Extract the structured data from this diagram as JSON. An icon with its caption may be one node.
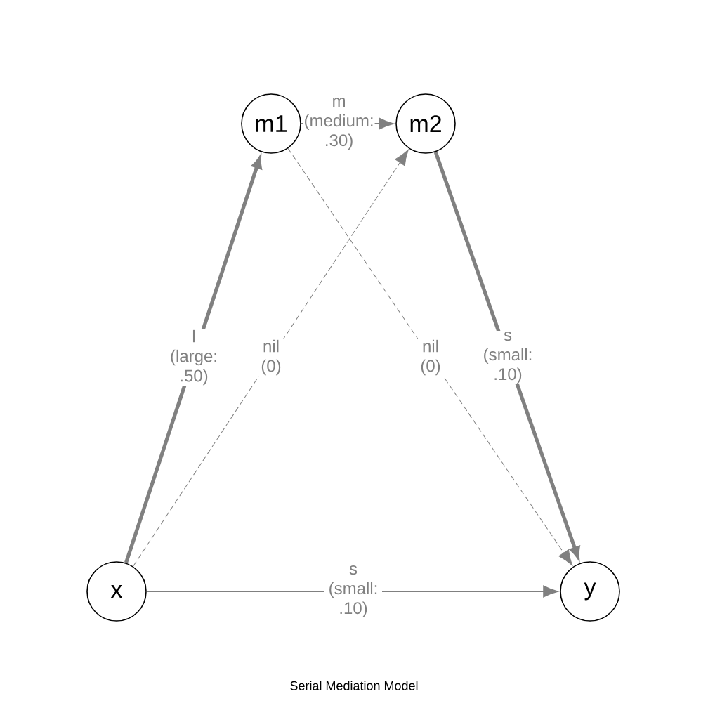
{
  "diagram": {
    "caption": "Serial Mediation Model",
    "nodes": [
      {
        "text": [
          "x"
        ]
      },
      {
        "text": [
          "m1"
        ]
      },
      {
        "text": [
          "m2"
        ]
      },
      {
        "text": [
          "y"
        ]
      }
    ],
    "edges": [
      {
        "from": 0,
        "to": 1,
        "arrow": "to",
        "label": "l (large: .50)",
        "style": "thick"
      },
      {
        "from": 0,
        "to": 2,
        "arrow": "to",
        "label": "nil (0)",
        "style": "dashed"
      },
      {
        "from": 1,
        "to": 2,
        "arrow": "to",
        "label": "m (medium: .30)"
      },
      {
        "from": 1,
        "to": 3,
        "arrow": "to",
        "label": "nil (0)",
        "style": "dashed"
      },
      {
        "from": 2,
        "to": 3,
        "arrow": "to",
        "label": "s (small: .10)",
        "style": "thick"
      },
      {
        "from": 0,
        "to": 3,
        "arrow": "to",
        "label": "s (small: .10)"
      }
    ]
  }
}
